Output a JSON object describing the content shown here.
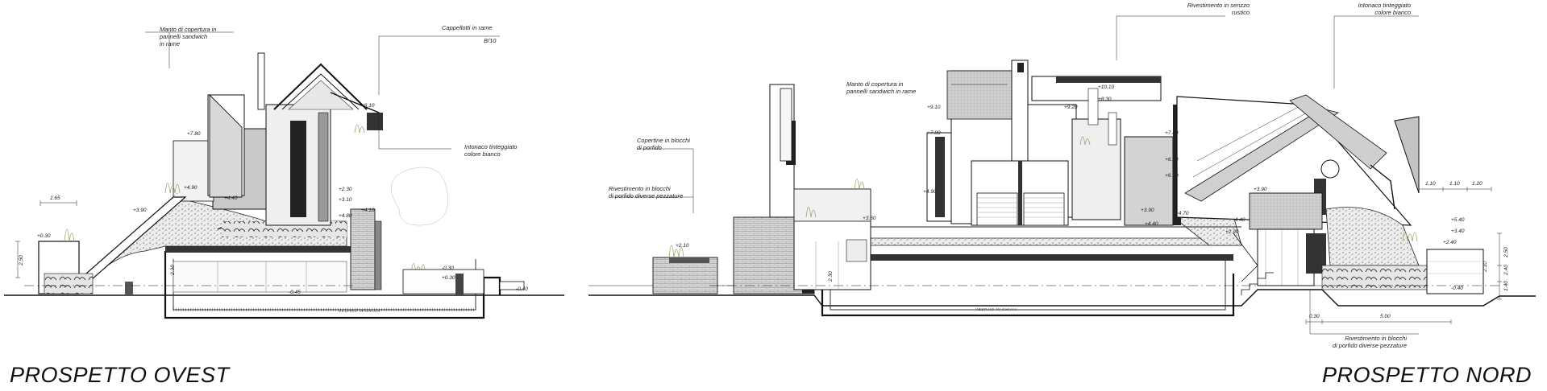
{
  "titles": {
    "west": "PROSPETTO OVEST",
    "north": "PROSPETTO NORD"
  },
  "notes_west": {
    "roof": "Manto di copertura in\npannelli sandwich\nin rame",
    "caps": "Cappellotti in rame",
    "caps_code": "B/10",
    "plaster": "Intonaco tinteggiato\ncolore bianco"
  },
  "notes_north": {
    "stone": "Rivestimento in serizzo\nrustico",
    "plaster": "Intonaco tinteggiato\ncolore bianco",
    "roof": "Manto di copertura in\npannelli sandwich in rame",
    "coping": "Copertine in blocchi\ndi porfido",
    "porphyry": "Rivestimento in blocchi\ndi porfido diverse pezzature",
    "porphyry_bottom": "Rivestimento in blocchi\ndi porfido diverse pezzature"
  },
  "foundation_label": "VESPAIO IN GHIAIA",
  "dims_west": [
    "1.65",
    "2.50",
    "2.30",
    "+3.90",
    "+4.40",
    "+4.90",
    "+7.80",
    "+8.10",
    "+0.30",
    "-0.45",
    "+2.30",
    "+3.10",
    "+4.80",
    "+4.10",
    "-0.30",
    "-0.40",
    "+0.30"
  ],
  "dims_north": [
    "+9.10",
    "+10.10",
    "+8.30",
    "+9.20",
    "+7.80",
    "+7.80",
    "+6.40",
    "+6.10",
    "+4.90",
    "+4.40",
    "+3.90",
    "+3.90",
    "+3.60",
    "+2.10",
    "+2.90",
    "+3.40",
    "1.10",
    "1.10",
    "1.20",
    "0.30",
    "5.00",
    "2.10",
    "2.50",
    "2.40",
    "1.40",
    "2.30",
    "+2.40",
    "-0.40",
    "+5.40",
    "+4.70",
    "+4.40"
  ]
}
